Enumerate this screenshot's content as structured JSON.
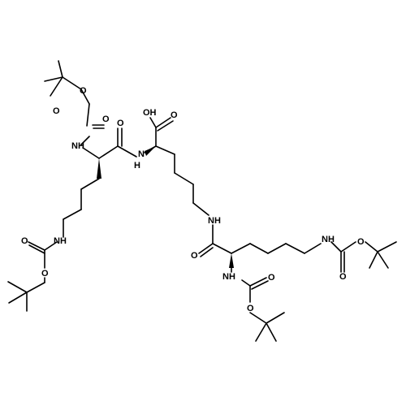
{
  "molecule": {
    "atom_labels": {
      "oh": "OH",
      "o": "O",
      "nh": "NH",
      "n": "N",
      "h": "H"
    }
  }
}
